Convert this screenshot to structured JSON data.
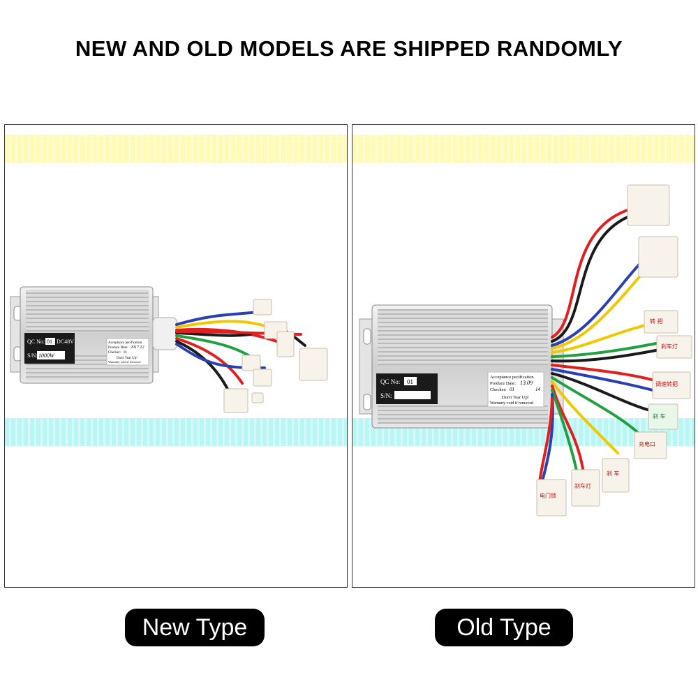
{
  "headline": "NEW AND OLD MODELS ARE SHIPPED RANDOMLY",
  "new_panel": {
    "label": "New Type",
    "qc_label": "QC No:",
    "qc_value": "01",
    "voltage": "DC48V",
    "sn_label": "S/N:",
    "sn_value": "1000W",
    "spec_line1": "Acceptance pecification",
    "spec_line2": "Produce Date:",
    "date_value": "2017.12",
    "spec_line3": "Checker:",
    "checker_value": "01",
    "warn_line1": "Don't Tear Up!",
    "warn_line2": "Warranty void if removed"
  },
  "old_panel": {
    "label": "Old Type",
    "qc_label": "QC No:",
    "qc_value": "01",
    "sn_label": "S/N:",
    "spec_line1": "Acceptance pecification",
    "spec_line2": "Produce Date:",
    "date_value": "13.09",
    "spec_line3": "Checker:",
    "checker_value": "01",
    "checker_extra": "14",
    "warn_line1": "Don't Tear Up!",
    "warn_line2": "Warranty void if removed",
    "tags": [
      "转 把",
      "刹车灯",
      "调速转把",
      "刹 车",
      "充电口",
      "刹 车",
      "刹车灯",
      "电门锁"
    ]
  },
  "colors": {
    "background": "#ffffff",
    "pill": "#000000",
    "yellow_band": "#fff9a8",
    "cyan_band": "#a8f4f2"
  }
}
